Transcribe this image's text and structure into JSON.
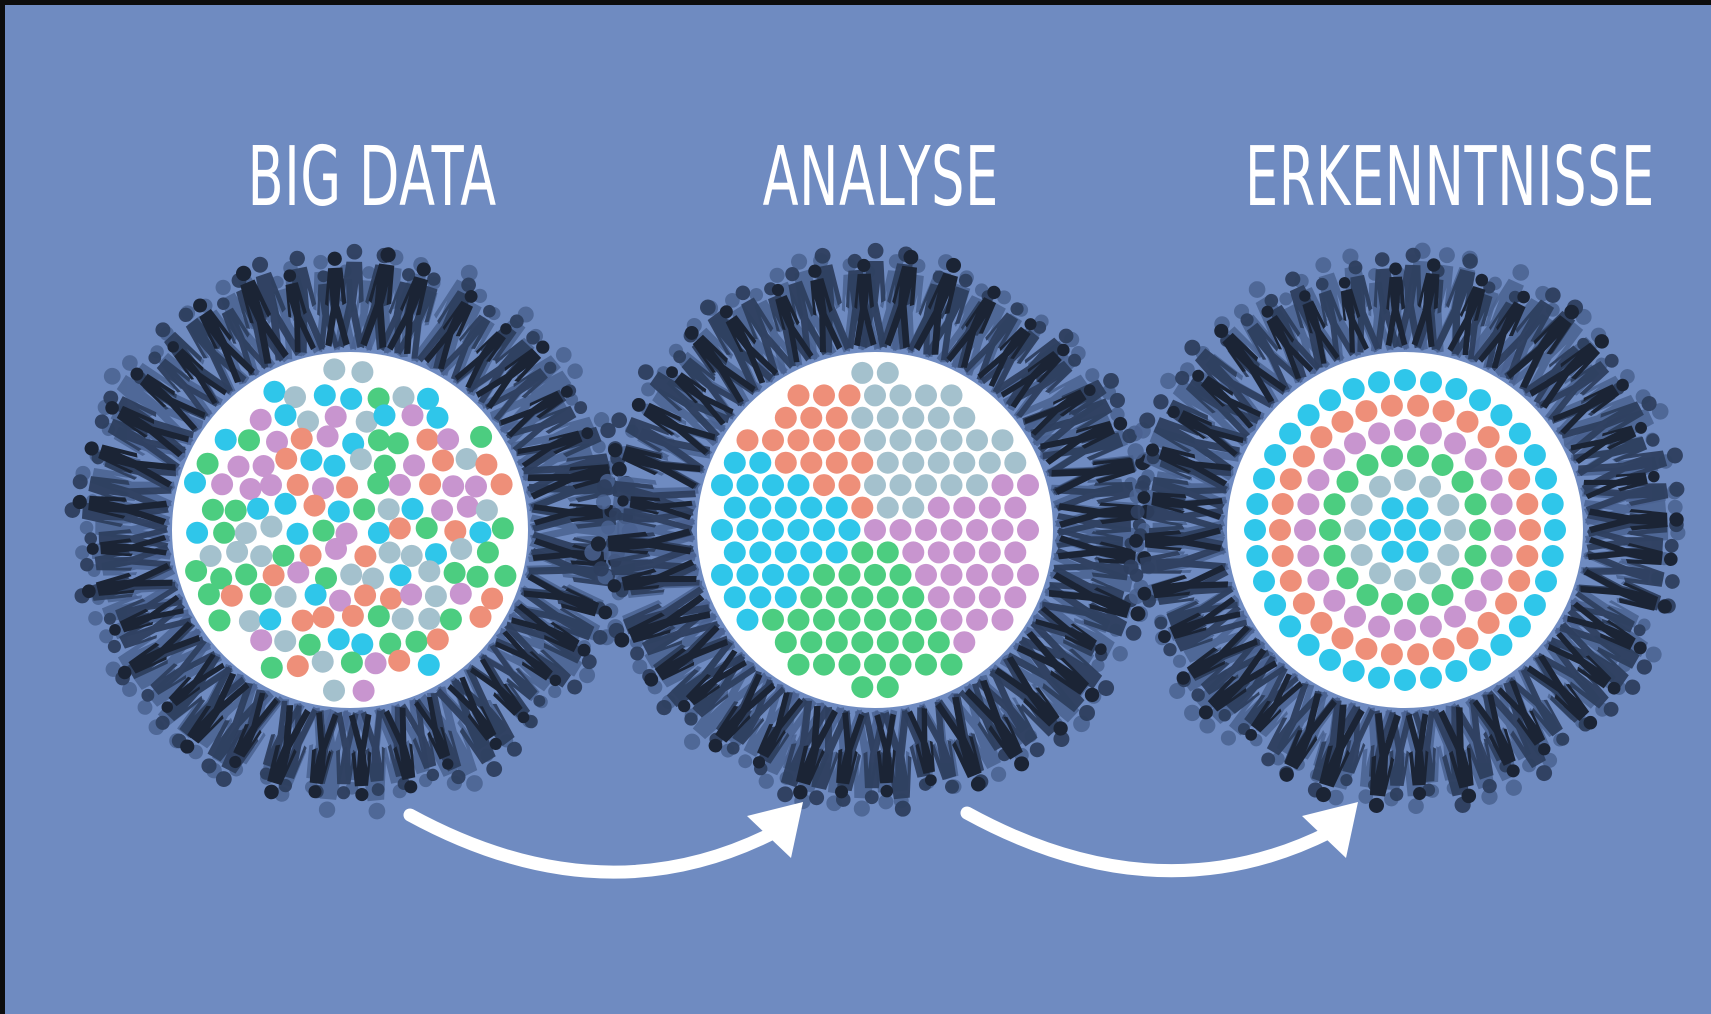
{
  "colors": {
    "background": "#6f8bc1",
    "disc": "#ffffff",
    "crowd_dark": "#1b2435",
    "crowd_mid": "#2e3f5f",
    "crowd_light": "#4a6290",
    "arrow": "#ffffff",
    "dot_salmon": "#ee8f79",
    "dot_grey": "#a4c1cd",
    "dot_cyan": "#2fc6ea",
    "dot_green": "#4ccd80",
    "dot_violet": "#c895cf"
  },
  "stages": [
    {
      "title": "BIG DATA",
      "arrangement": "random"
    },
    {
      "title": "ANALYSE",
      "arrangement": "sectors"
    },
    {
      "title": "ERKENNTNISSE",
      "arrangement": "rings"
    }
  ],
  "arrows": [
    {
      "from": "BIG DATA",
      "to": "ANALYSE",
      "icon": "curved-arrow-icon"
    },
    {
      "from": "ANALYSE",
      "to": "ERKENNTNISSE",
      "icon": "curved-arrow-icon"
    }
  ]
}
